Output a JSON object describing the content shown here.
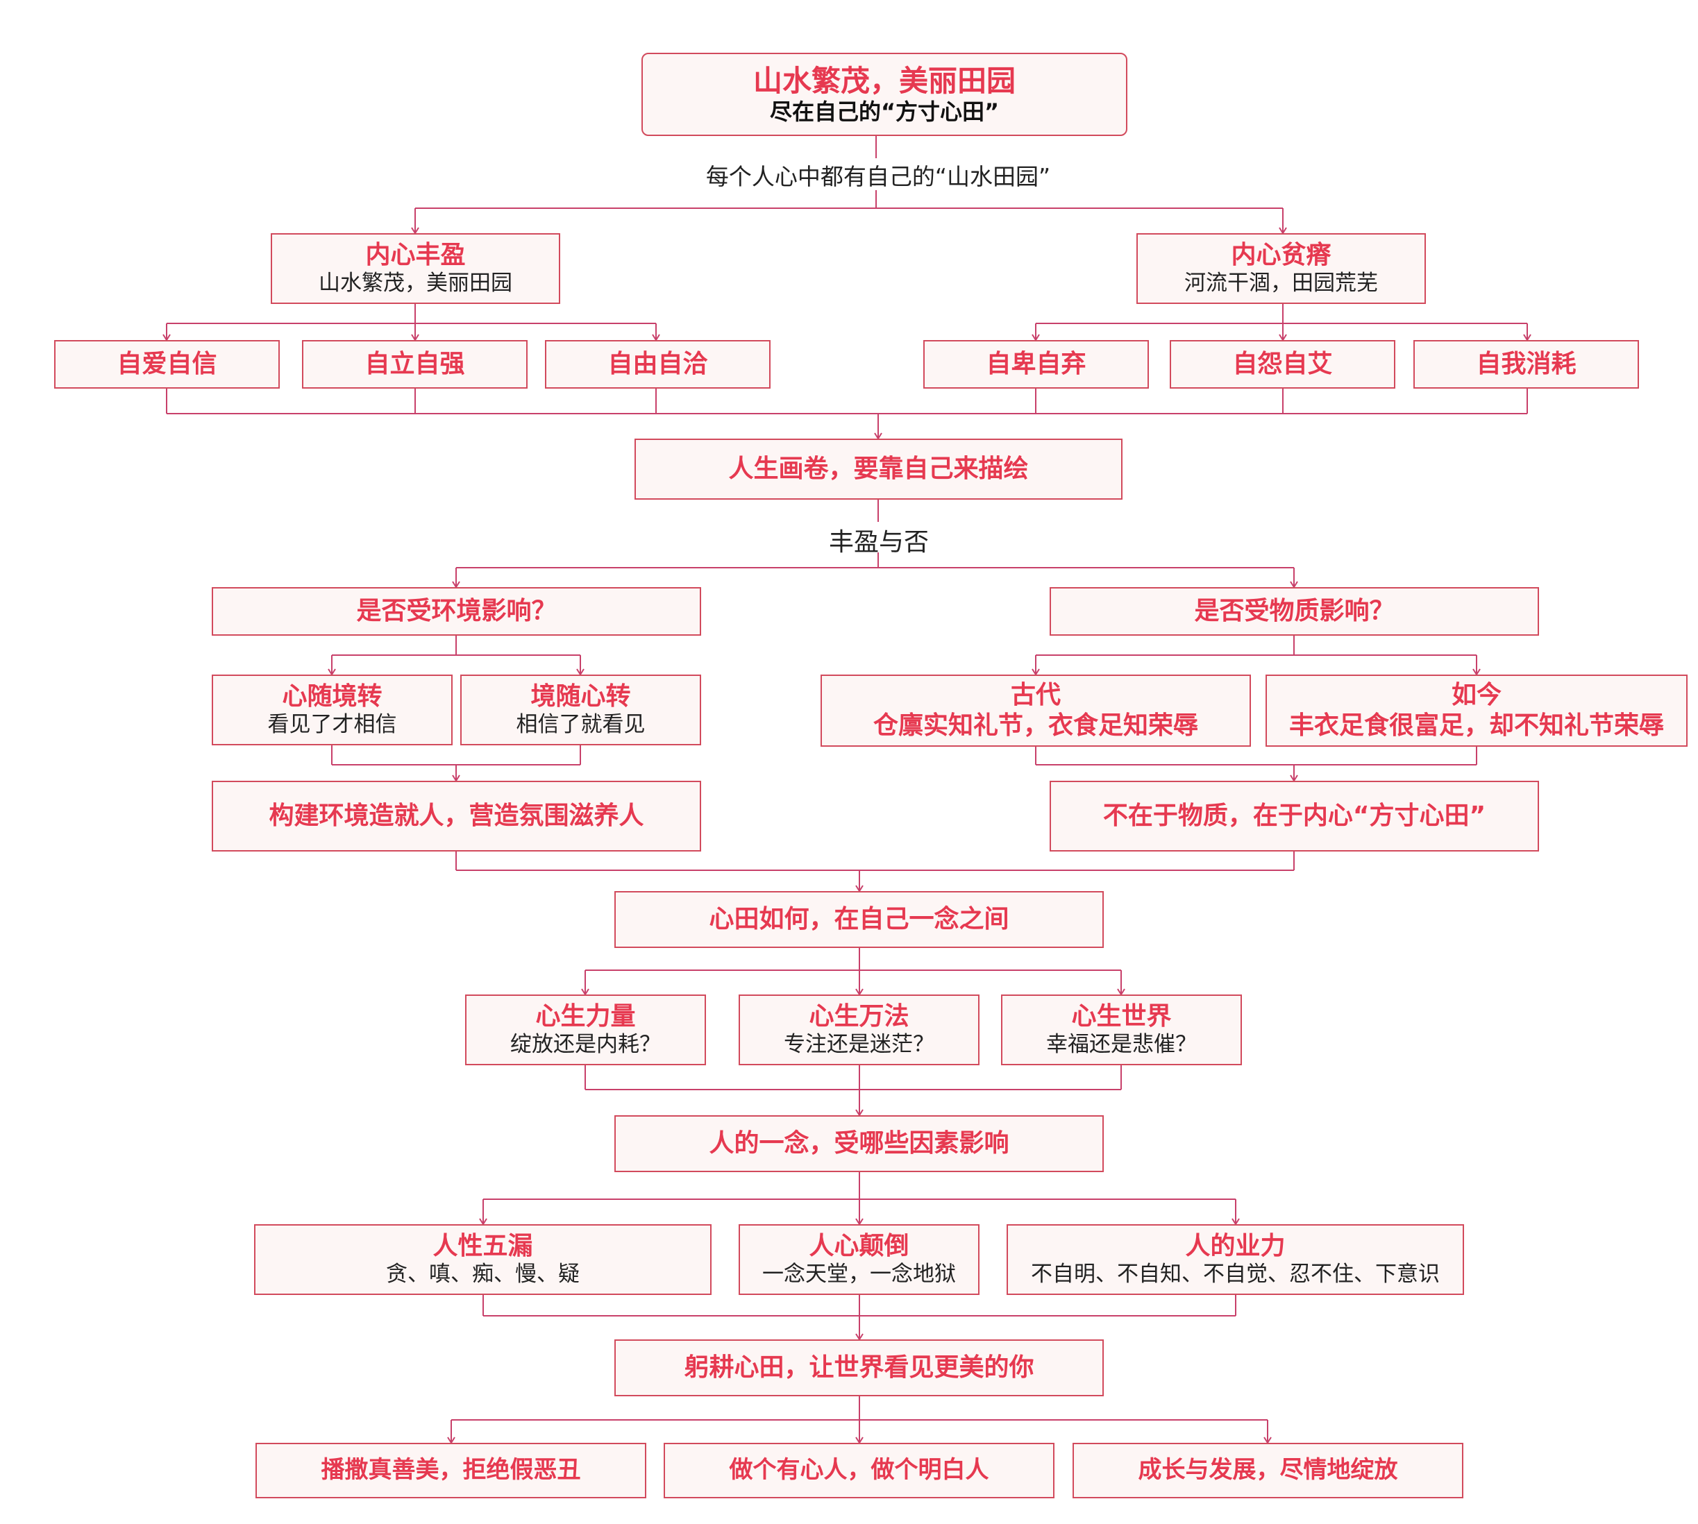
{
  "colors": {
    "accent": "#e63950",
    "line": "#c8406a",
    "border": "#d24a5c",
    "fill": "#fdf6f5"
  },
  "root": {
    "title": "山水繁茂，美丽田园",
    "subtitle": "尽在自己的“方寸心田”"
  },
  "label1": "每个人心中都有自己的“山水田园”",
  "rich": {
    "title": "内心丰盈",
    "subtitle": "山水繁茂，美丽田园"
  },
  "poor": {
    "title": "内心贫瘠",
    "subtitle": "河流干涸，田园荒芜"
  },
  "virtues": [
    "自爱自信",
    "自立自强",
    "自由自洽"
  ],
  "vices": [
    "自卑自弃",
    "自怨自艾",
    "自我消耗"
  ],
  "life_scroll": "人生画卷，要靠自己来描绘",
  "label2": "丰盈与否",
  "env_q": "是否受环境影响？",
  "mat_q": "是否受物质影响？",
  "env_a": {
    "title": "心随境转",
    "subtitle": "看见了才相信"
  },
  "env_b": {
    "title": "境随心转",
    "subtitle": "相信了就看见"
  },
  "mat_a": {
    "title": "古代",
    "subtitle": "仓廪实知礼节，衣食足知荣辱"
  },
  "mat_b": {
    "title": "如今",
    "subtitle": "丰衣足食很富足，却不知礼节荣辱"
  },
  "env_conclusion": "构建环境造就人，营造氛围滋养人",
  "mat_conclusion": "不在于物质，在于内心“方寸心田”",
  "heart_field": "心田如何，在自己一念之间",
  "powers": [
    {
      "title": "心生力量",
      "subtitle": "绽放还是内耗？"
    },
    {
      "title": "心生万法",
      "subtitle": "专注还是迷茫？"
    },
    {
      "title": "心生世界",
      "subtitle": "幸福还是悲催？"
    }
  ],
  "factors_q": "人的一念，受哪些因素影响",
  "factors": [
    {
      "title": "人性五漏",
      "subtitle": "贪、嗔、痴、慢、疑"
    },
    {
      "title": "人心颠倒",
      "subtitle": "一念天堂，一念地狱"
    },
    {
      "title": "人的业力",
      "subtitle": "不自明、不自知、不自觉、忍不住、下意识"
    }
  ],
  "cultivate": "躬耕心田，让世界看见更美的你",
  "outcomes": [
    "播撒真善美，拒绝假恶丑",
    "做个有心人，做个明白人",
    "成长与发展，尽情地绽放"
  ]
}
